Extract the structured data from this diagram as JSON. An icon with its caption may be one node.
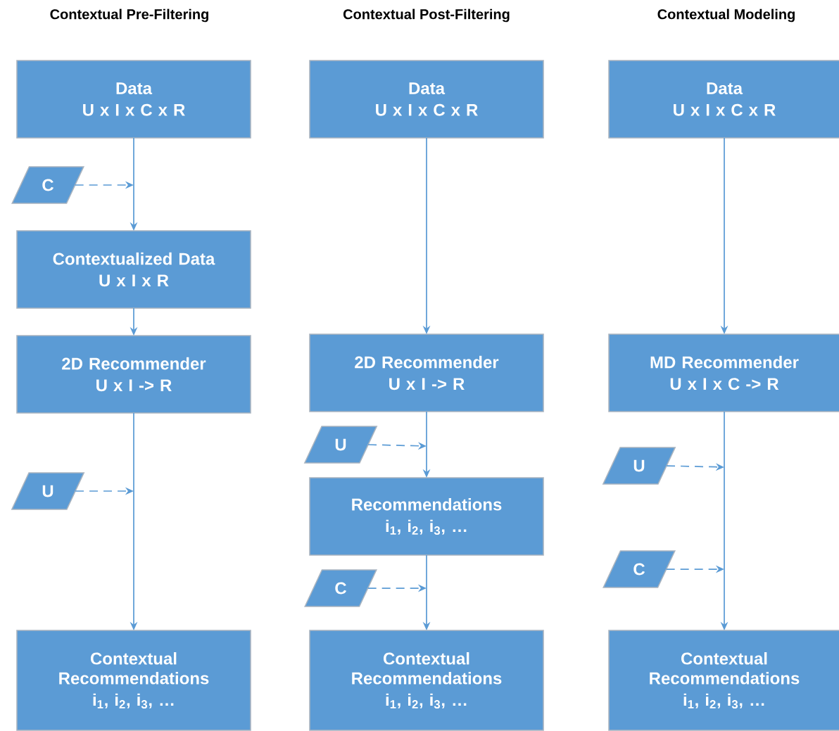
{
  "diagram": {
    "nodes": [
      {
        "text": [
          "Data",
          "U x I x C x R"
        ]
      },
      {
        "text": [
          "C"
        ]
      },
      {
        "text": [
          "Contextualized Data",
          "U x I x R"
        ]
      },
      {
        "text": [
          "2D Recommender",
          "U x I -> R"
        ]
      },
      {
        "text": [
          "U"
        ]
      },
      {
        "text": [
          "Contextual Recommendations",
          "i$_{1}$, i$_{2}$, i$_{3}$, …"
        ]
      },
      {
        "text": [
          "Data",
          "U x I x C x R"
        ]
      },
      {
        "text": [
          "2D Recommender",
          "U x I -> R"
        ]
      },
      {
        "text": [
          "U"
        ]
      },
      {
        "text": [
          "Recommendations",
          "i$_{1}$, i$_{2}$, i$_{3}$, …"
        ]
      },
      {
        "text": [
          "C"
        ]
      },
      {
        "text": [
          "Contextual Recommendations",
          "i$_{1}$, i$_{2}$, i$_{3}$, …"
        ]
      },
      {
        "text": [
          "Data",
          "U x I x C x R"
        ]
      },
      {
        "text": [
          "MD Recommender",
          "U x I x C -> R"
        ]
      },
      {
        "text": [
          "U"
        ]
      },
      {
        "text": [
          "C"
        ]
      },
      {
        "text": [
          "Contextual Recommendations",
          "i$_{1}$, i$_{2}$, i$_{3}$, …"
        ]
      }
    ],
    "edges": [
      {
        "from": 0,
        "to": 2,
        "arrow": "to"
      },
      {
        "from": 1,
        "to": null,
        "arrow": "to",
        "style": "dashed"
      },
      {
        "from": 2,
        "to": 3,
        "arrow": "to"
      },
      {
        "from": 3,
        "to": 5,
        "arrow": "to"
      },
      {
        "from": 4,
        "to": null,
        "arrow": "to",
        "style": "dashed"
      },
      {
        "from": 6,
        "to": 7,
        "arrow": "to"
      },
      {
        "from": 7,
        "to": 9,
        "arrow": "to"
      },
      {
        "from": 8,
        "to": null,
        "arrow": "to",
        "style": "dashed"
      },
      {
        "from": 9,
        "to": 11,
        "arrow": "to"
      },
      {
        "from": 10,
        "to": null,
        "arrow": "to",
        "style": "dashed"
      },
      {
        "from": 12,
        "to": 13,
        "arrow": "to"
      },
      {
        "from": 13,
        "to": 16,
        "arrow": "to"
      },
      {
        "from": 14,
        "to": null,
        "arrow": "to",
        "style": "dashed"
      },
      {
        "from": 15,
        "to": null,
        "arrow": "to",
        "style": "dashed"
      }
    ],
    "labels": [
      "Contextual Pre-Filtering",
      "Contextual Post-Filtering",
      "Contextual Modeling"
    ]
  }
}
